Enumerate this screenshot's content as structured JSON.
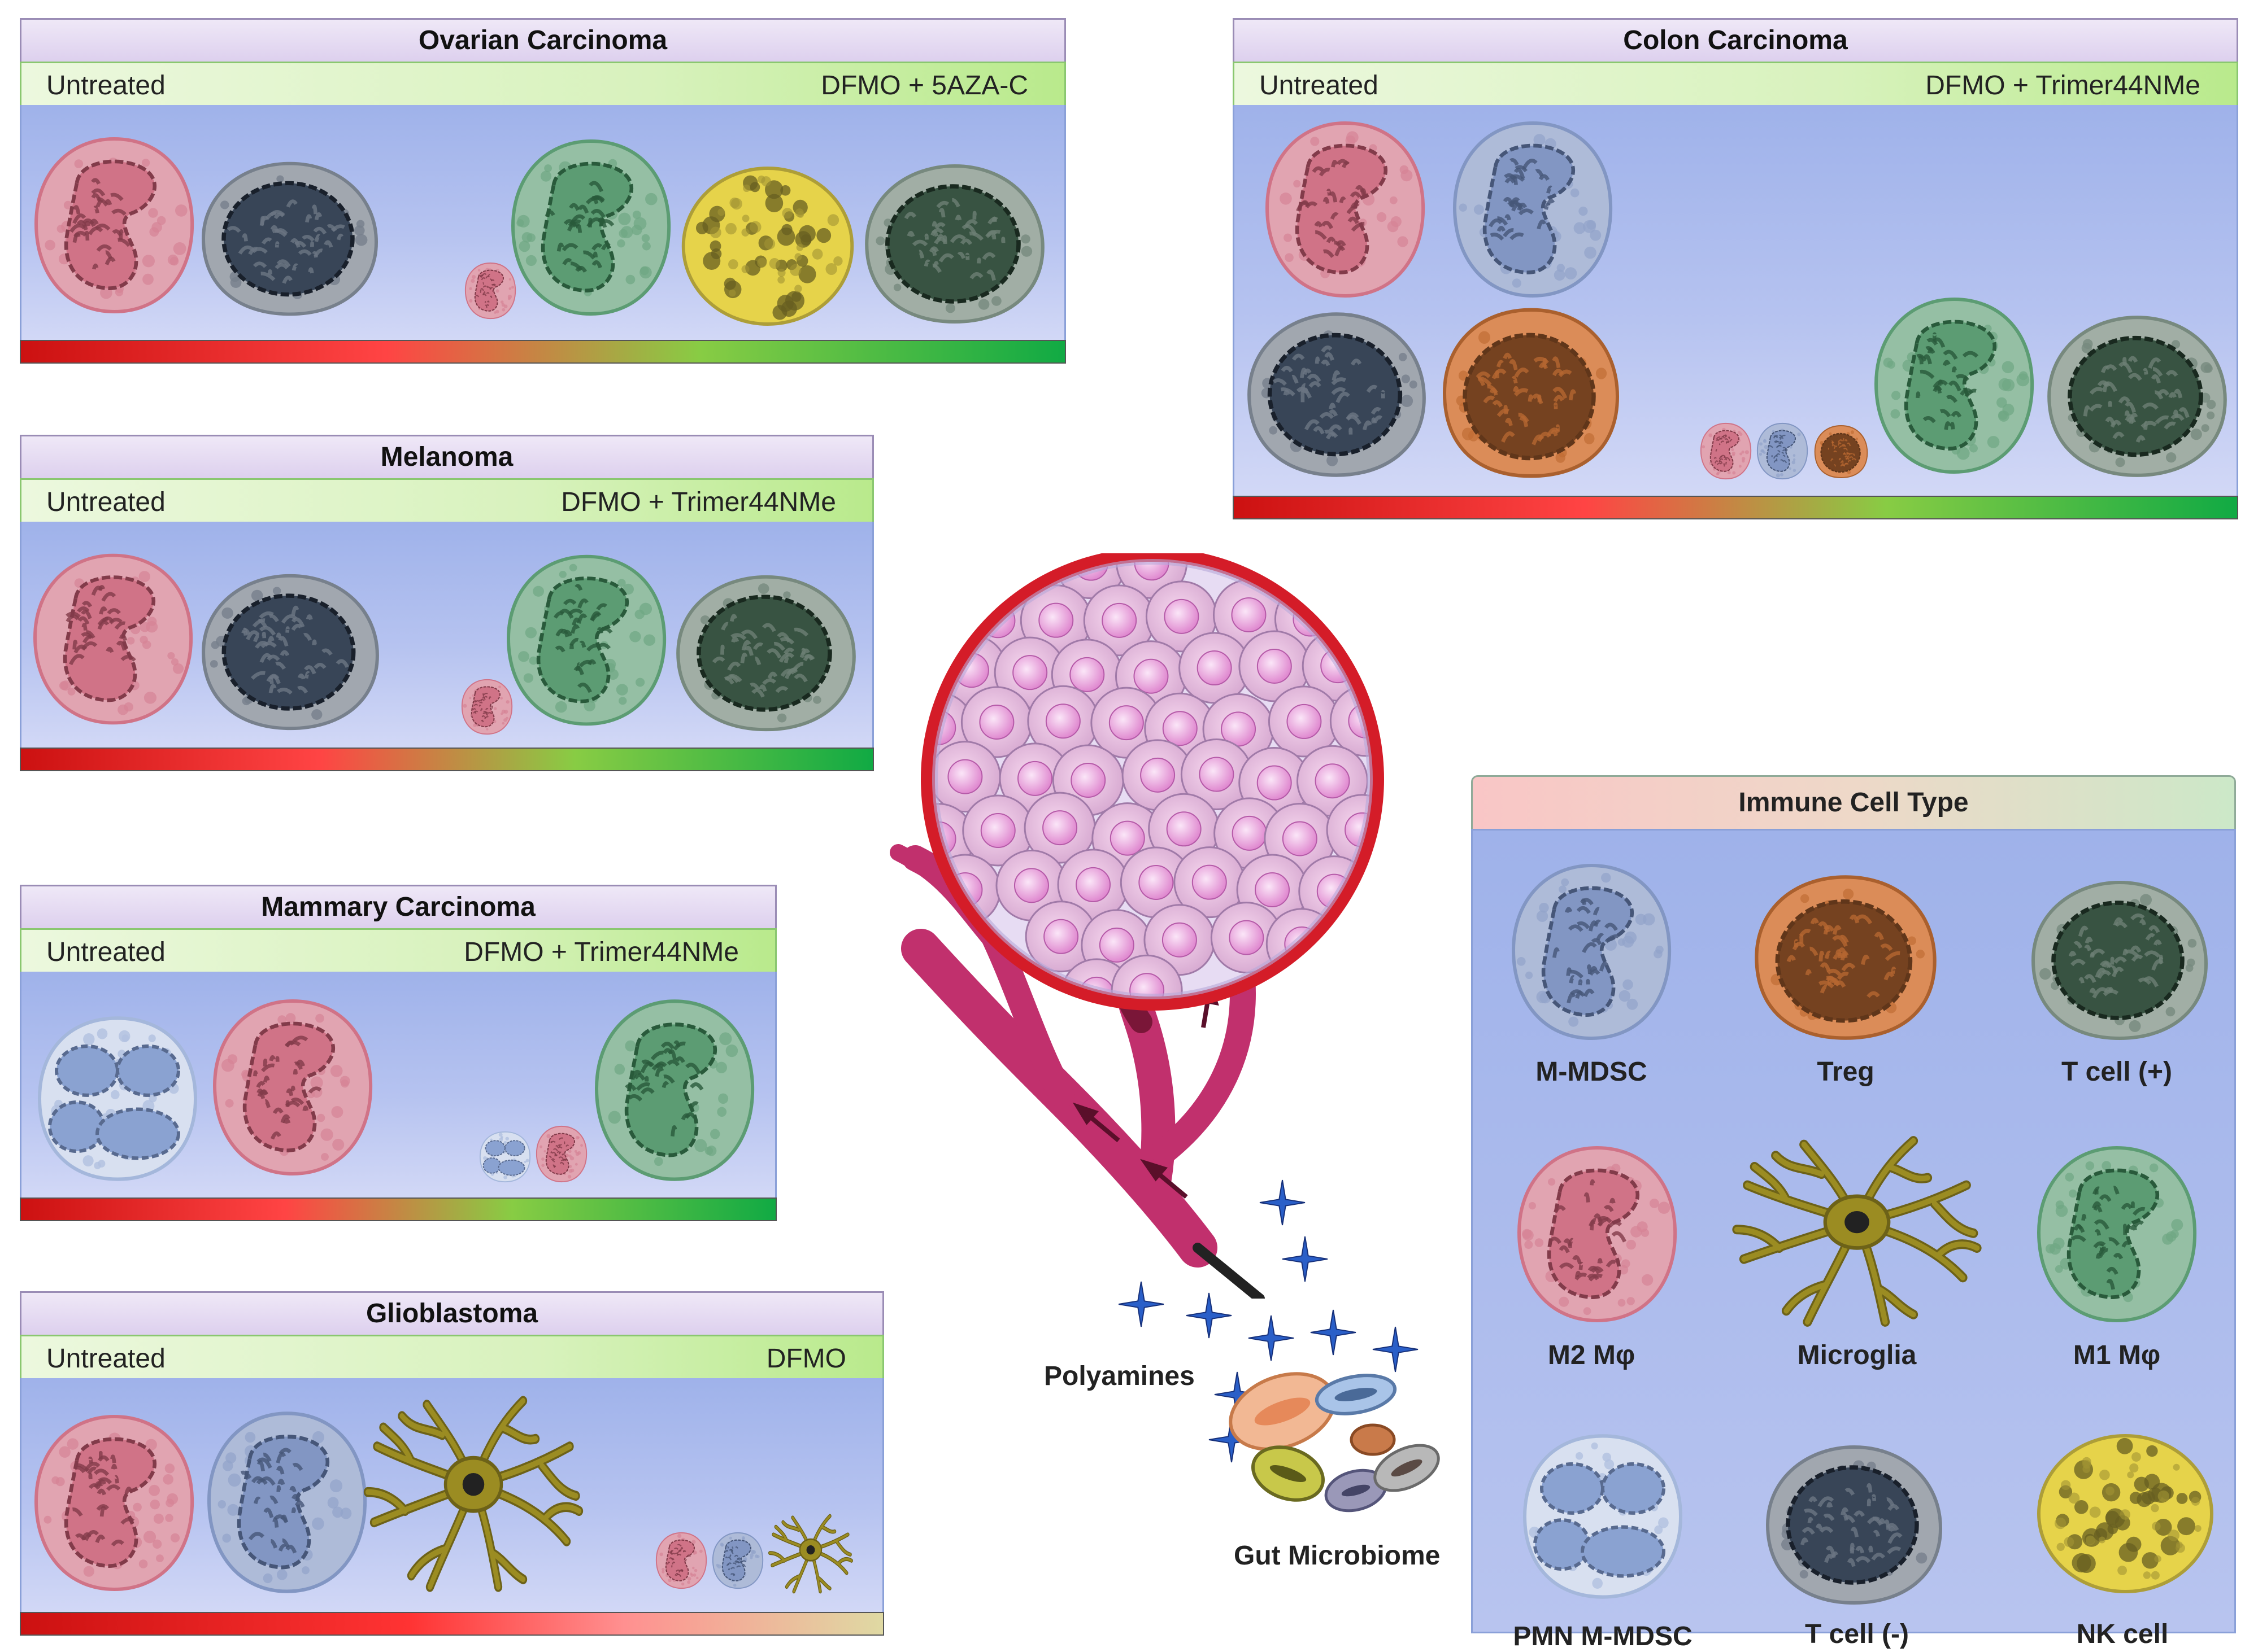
{
  "colors": {
    "m2_macrophage": "#c85a72",
    "m_mdsc": "#6c84b8",
    "t_cell_minus": "#2d3b4e",
    "m1_macrophage": "#3f8a5a",
    "t_cell_plus": "#2e4a38",
    "nk_cell": "#e6d34a",
    "treg": "#d5783a",
    "microglia": "#9b8c22",
    "pmn_m_mdsc": "#7d98cc"
  },
  "panels": {
    "ovarian": {
      "title": "Ovarian Carcinoma",
      "left_label": "Untreated",
      "right_label": "DFMO + 5AZA-C"
    },
    "colon": {
      "title": "Colon Carcinoma",
      "left_label": "Untreated",
      "right_label": "DFMO + Trimer44NMe"
    },
    "melanoma": {
      "title": "Melanoma",
      "left_label": "Untreated",
      "right_label": "DFMO + Trimer44NMe"
    },
    "mammary": {
      "title": "Mammary Carcinoma",
      "left_label": "Untreated",
      "right_label": "DFMO + Trimer44NMe"
    },
    "glioblastoma": {
      "title": "Glioblastoma",
      "left_label": "Untreated",
      "right_label": "DFMO"
    }
  },
  "legend": {
    "title": "Immune Cell Type",
    "items": [
      "M-MDSC",
      "Treg",
      "T cell (+)",
      "M2 Mφ",
      "Microglia",
      "M1 Mφ",
      "PMN M-MDSC",
      "T cell (-)",
      "NK cell"
    ]
  },
  "center": {
    "polyamines_label": "Polyamines",
    "microbiome_label": "Gut Microbiome"
  }
}
